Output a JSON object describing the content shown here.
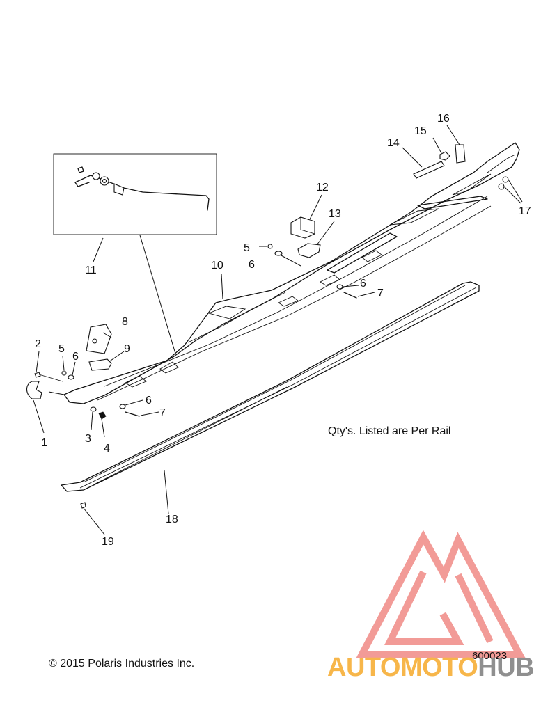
{
  "callouts": {
    "c1": "1",
    "c2": "2",
    "c3": "3",
    "c4": "4",
    "c5a": "5",
    "c5b": "5",
    "c6a": "6",
    "c6b": "6",
    "c6c": "6",
    "c6d": "6",
    "c7a": "7",
    "c7b": "7",
    "c8": "8",
    "c9": "9",
    "c10": "10",
    "c11": "11",
    "c12": "12",
    "c13": "13",
    "c14": "14",
    "c15": "15",
    "c16": "16",
    "c17": "17",
    "c18": "18",
    "c19": "19"
  },
  "note": "Qty's. Listed are Per Rail",
  "copyright": "© 2015 Polaris Industries Inc.",
  "figure_code": "600023",
  "watermark": {
    "brand_part1": "AUTOMOTO",
    "brand_part2": "HUB",
    "color_primary": "#f7b64a",
    "color_secondary": "#8f8f8f",
    "logo_color": "#f08a86"
  }
}
